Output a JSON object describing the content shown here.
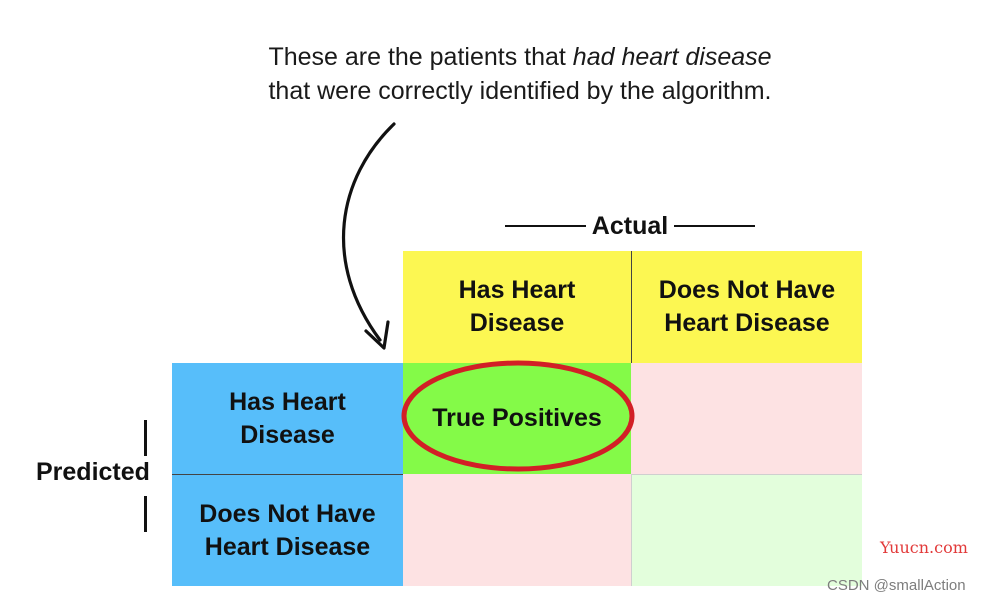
{
  "caption": {
    "part1": "These are the patients that ",
    "emphasis": "had heart disease",
    "line2": "that were correctly identified by the algorithm."
  },
  "axes": {
    "actual": "Actual",
    "predicted": "Predicted"
  },
  "columns": [
    "Has Heart Disease",
    "Does Not Have Heart Disease"
  ],
  "rows": [
    "Has Heart Disease",
    "Does Not Have Heart Disease"
  ],
  "cells": {
    "true_positives": "True Positives"
  },
  "colors": {
    "column_header": "#fcf752",
    "row_header": "#57befa",
    "true_positive_cell": "#84fa48",
    "false_cell": "#fde2e3",
    "true_negative_cell": "#e3fedc",
    "ellipse": "#d21f26"
  },
  "watermarks": {
    "site": "Yuucn.com",
    "credit": "CSDN @smallAction"
  }
}
